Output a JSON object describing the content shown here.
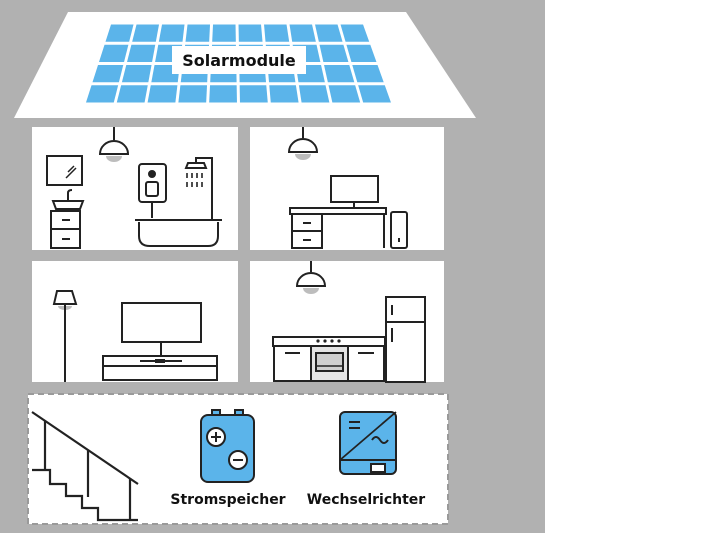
{
  "roof": {
    "panel_label": "Solarmodule",
    "panel_color": "#5bb4ea"
  },
  "basement": {
    "battery_label": "Stromspeicher",
    "inverter_label": "Wechselrichter",
    "device_color": "#5bb4ea"
  },
  "colors": {
    "house_gray": "#b1b1b1",
    "room_white": "#ffffff",
    "line": "#222222"
  },
  "icons": [
    "ceiling-lamp-icon",
    "mirror-icon",
    "sink-cabinet-icon",
    "water-heater-icon",
    "shower-icon",
    "bathtub-icon",
    "monitor-icon",
    "desk-icon",
    "pc-tower-icon",
    "floor-lamp-icon",
    "tv-icon",
    "tv-stand-icon",
    "kitchen-counter-icon",
    "oven-icon",
    "fridge-icon",
    "staircase-icon",
    "battery-icon",
    "inverter-icon"
  ]
}
